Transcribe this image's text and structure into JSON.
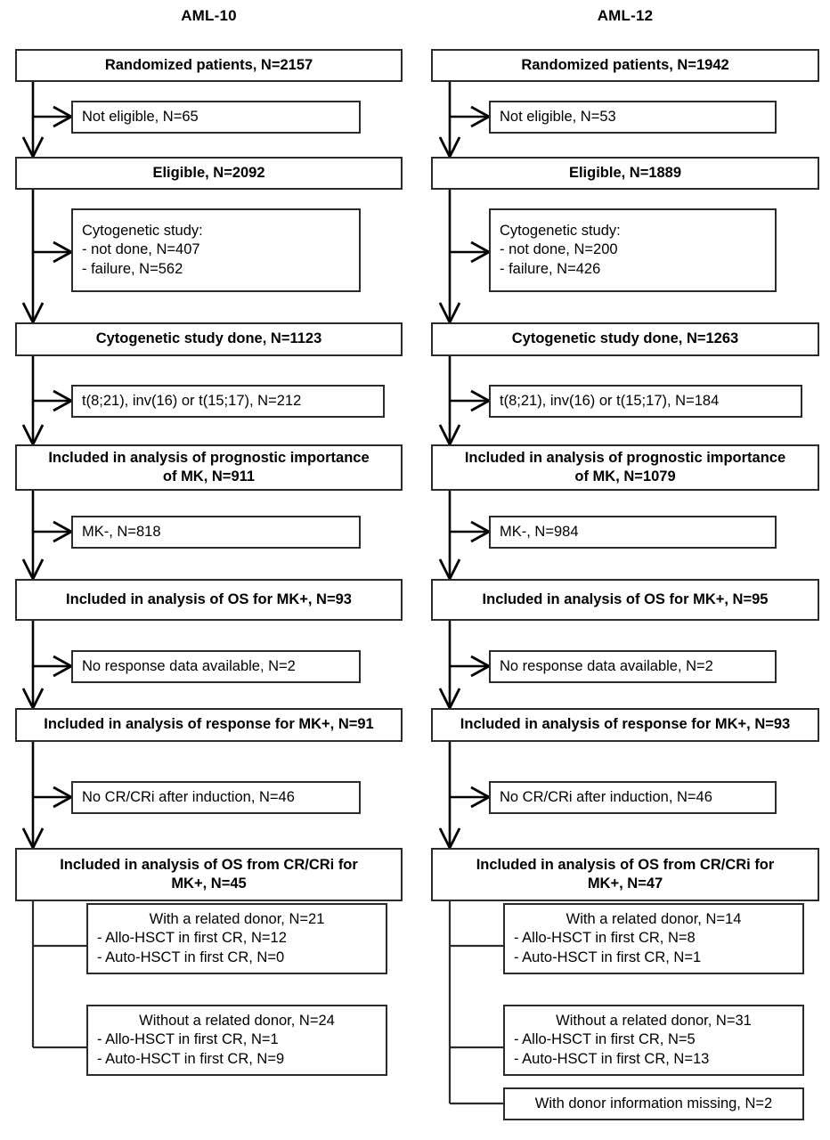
{
  "figure": {
    "type": "flowchart",
    "description": "CONSORT-style patient selection flow diagram for two trials"
  },
  "columns": [
    {
      "id": "aml10",
      "title": "AML-10",
      "main_boxes": [
        {
          "id": "randomized",
          "lines": [
            "Randomized patients, N=2157"
          ]
        },
        {
          "id": "eligible",
          "lines": [
            "Eligible, N=2092"
          ]
        },
        {
          "id": "cyto-done",
          "lines": [
            "Cytogenetic study done, N=1123"
          ]
        },
        {
          "id": "prognostic-mk",
          "lines": [
            "Included in analysis of prognostic importance",
            "of MK, N=911"
          ]
        },
        {
          "id": "os-mk-plus",
          "lines": [
            "Included in analysis of OS for MK+, N=93"
          ]
        },
        {
          "id": "response-mk-plus",
          "lines": [
            "Included in analysis of response for MK+, N=91"
          ]
        },
        {
          "id": "os-from-cr",
          "lines": [
            "Included in analysis of OS from CR/CRi for",
            "MK+, N=45"
          ]
        }
      ],
      "side_boxes": [
        {
          "id": "not-eligible",
          "lines": [
            "Not eligible, N=65"
          ]
        },
        {
          "id": "cyto-excluded",
          "lines": [
            "Cytogenetic study:",
            "- not done, N=407",
            "- failure, N=562"
          ]
        },
        {
          "id": "favorable-cyto",
          "lines": [
            "t(8;21), inv(16) or t(15;17), N=212"
          ]
        },
        {
          "id": "mk-negative",
          "lines": [
            "MK-, N=818"
          ]
        },
        {
          "id": "no-response-data",
          "lines": [
            "No response data available, N=2"
          ]
        },
        {
          "id": "no-cr-cri",
          "lines": [
            "No CR/CRi after induction, N=46"
          ]
        }
      ],
      "donor_boxes": [
        {
          "id": "with-related-donor",
          "lines": [
            "With a related donor, N=21",
            "- Allo-HSCT in first CR, N=12",
            "- Auto-HSCT in first CR, N=0"
          ]
        },
        {
          "id": "without-related-donor",
          "lines": [
            "Without a related donor, N=24",
            "- Allo-HSCT in first CR, N=1",
            "- Auto-HSCT in first CR, N=9"
          ]
        }
      ]
    },
    {
      "id": "aml12",
      "title": "AML-12",
      "main_boxes": [
        {
          "id": "randomized",
          "lines": [
            "Randomized patients, N=1942"
          ]
        },
        {
          "id": "eligible",
          "lines": [
            "Eligible, N=1889"
          ]
        },
        {
          "id": "cyto-done",
          "lines": [
            "Cytogenetic study done, N=1263"
          ]
        },
        {
          "id": "prognostic-mk",
          "lines": [
            "Included in analysis of prognostic importance",
            "of MK, N=1079"
          ]
        },
        {
          "id": "os-mk-plus",
          "lines": [
            "Included in analysis of OS for MK+, N=95"
          ]
        },
        {
          "id": "response-mk-plus",
          "lines": [
            "Included in analysis of response for MK+, N=93"
          ]
        },
        {
          "id": "os-from-cr",
          "lines": [
            "Included in analysis of OS from CR/CRi for",
            "MK+, N=47"
          ]
        }
      ],
      "side_boxes": [
        {
          "id": "not-eligible",
          "lines": [
            "Not eligible, N=53"
          ]
        },
        {
          "id": "cyto-excluded",
          "lines": [
            "Cytogenetic study:",
            "- not done, N=200",
            "- failure, N=426"
          ]
        },
        {
          "id": "favorable-cyto",
          "lines": [
            "t(8;21), inv(16) or t(15;17), N=184"
          ]
        },
        {
          "id": "mk-negative",
          "lines": [
            "MK-, N=984"
          ]
        },
        {
          "id": "no-response-data",
          "lines": [
            "No response data available, N=2"
          ]
        },
        {
          "id": "no-cr-cri",
          "lines": [
            "No CR/CRi after induction, N=46"
          ]
        }
      ],
      "donor_boxes": [
        {
          "id": "with-related-donor",
          "lines": [
            "With a related donor, N=14",
            "- Allo-HSCT in first CR, N=8",
            "- Auto-HSCT in first CR, N=1"
          ]
        },
        {
          "id": "without-related-donor",
          "lines": [
            "Without a related donor, N=31",
            "- Allo-HSCT in first CR, N=5",
            "- Auto-HSCT in first CR, N=13"
          ]
        },
        {
          "id": "donor-info-missing",
          "lines": [
            "With donor information missing, N=2"
          ]
        }
      ]
    }
  ],
  "colors": {
    "background": "#ffffff",
    "box_border": "#2b2b2b",
    "connector": "#000000",
    "text": "#000000"
  }
}
